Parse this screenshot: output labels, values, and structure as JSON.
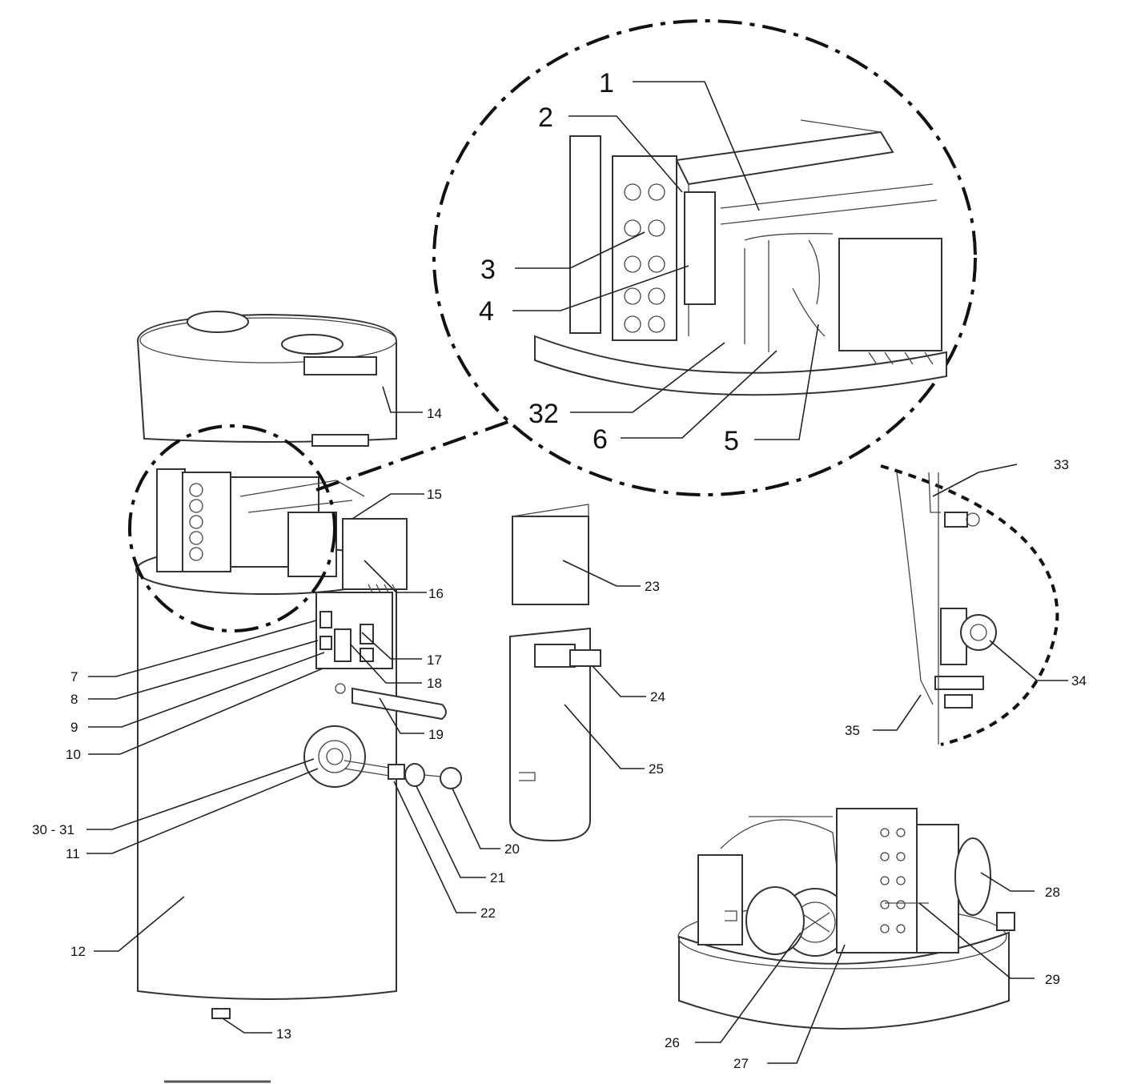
{
  "callouts": {
    "c1": "1",
    "c2": "2",
    "c3": "3",
    "c4": "4",
    "c5": "5",
    "c6": "6",
    "c7": "7",
    "c8": "8",
    "c9": "9",
    "c10": "10",
    "c11": "11",
    "c12": "12",
    "c13": "13",
    "c14": "14",
    "c15": "15",
    "c16": "16",
    "c17": "17",
    "c18": "18",
    "c19": "19",
    "c20": "20",
    "c21": "21",
    "c22": "22",
    "c23": "23",
    "c24": "24",
    "c25": "25",
    "c26": "26",
    "c27": "27",
    "c28": "28",
    "c29": "29",
    "c30_31": "30 - 31",
    "c32": "32",
    "c33": "33",
    "c34": "34",
    "c35": "35"
  },
  "colors": {
    "line": "#222222",
    "background": "#ffffff"
  }
}
